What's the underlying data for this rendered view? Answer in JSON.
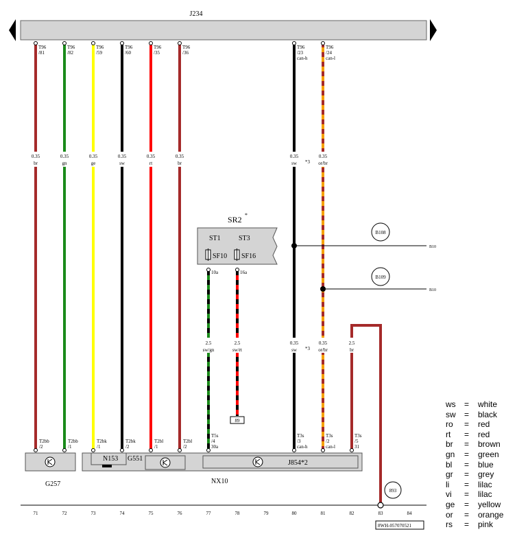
{
  "header": {
    "title": "J234"
  },
  "wires": [
    {
      "id": "w71",
      "pin": "T96",
      "pin2": "/81",
      "gauge": "0.35",
      "color": "br",
      "bottom_pin": "T2bb",
      "bottom_pin2": "/2"
    },
    {
      "id": "w72",
      "pin": "T96",
      "pin2": "/82",
      "gauge": "0.35",
      "color": "gn",
      "bottom_pin": "T2bb",
      "bottom_pin2": "/1"
    },
    {
      "id": "w73",
      "pin": "T96",
      "pin2": "/59",
      "gauge": "0.35",
      "color": "ge",
      "bottom_pin": "T2bk",
      "bottom_pin2": "/1"
    },
    {
      "id": "w74",
      "pin": "T96",
      "pin2": "/60",
      "gauge": "0.35",
      "color": "sw",
      "bottom_pin": "T2bk",
      "bottom_pin2": "/2"
    },
    {
      "id": "w75",
      "pin": "T96",
      "pin2": "/35",
      "gauge": "0.35",
      "color": "rt",
      "bottom_pin": "T2bl",
      "bottom_pin2": "/1"
    },
    {
      "id": "w76",
      "pin": "T96",
      "pin2": "/36",
      "gauge": "0.35",
      "color": "br",
      "bottom_pin": "T2bl",
      "bottom_pin2": "/2"
    },
    {
      "id": "w80",
      "pin": "T96",
      "pin2": "/23",
      "pin3": "can-h",
      "gauge": "0.35",
      "color": "sw",
      "note": "*3",
      "gauge2": "0.35",
      "color2": "sw",
      "note2": "*3",
      "bottom_pin": "T3s",
      "bottom_pin2": "/3",
      "bottom_pin3": "can-h"
    },
    {
      "id": "w81",
      "pin": "T96",
      "pin2": "/24",
      "pin3": "can-l",
      "gauge": "0.35",
      "color": "or/br",
      "gauge2": "0.35",
      "color2": "or/br",
      "bottom_pin": "T3s",
      "bottom_pin2": "/2",
      "bottom_pin3": "can-l"
    }
  ],
  "sr": {
    "title": "SR2",
    "asterisk": "*",
    "st1": "ST1",
    "st3": "ST3",
    "sf10": "SF10",
    "sf16": "SF16",
    "pin_10a": "10a",
    "pin_16a": "16a"
  },
  "lower_wires": [
    {
      "id": "w77",
      "gauge": "2.5",
      "color": "sw/gn",
      "bottom_pin": "T5s",
      "bottom_pin2": "/4",
      "bottom_pin3": "30a"
    },
    {
      "id": "w78",
      "gauge": "2.5",
      "color": "sw/rt",
      "terminal": "89"
    },
    {
      "id": "w82",
      "gauge": "2.5",
      "color": "br",
      "bottom_pin": "T3s",
      "bottom_pin2": "/5",
      "bottom_pin3": "31"
    }
  ],
  "refs": {
    "b108": "B108",
    "b109": "B109",
    "b10_a": "B10",
    "b10_b": "B10",
    "g893": "893"
  },
  "components": {
    "g257": "G257",
    "n153": "N153",
    "g551": "G551",
    "j854": "J854*2",
    "nx10": "NX10"
  },
  "track_numbers": [
    "71",
    "72",
    "73",
    "74",
    "75",
    "76",
    "77",
    "78",
    "79",
    "80",
    "81",
    "82",
    "83",
    "84"
  ],
  "footer_code": "8WH-057070521",
  "legend": [
    {
      "abbr": "ws",
      "eq": "=",
      "color": "white"
    },
    {
      "abbr": "sw",
      "eq": "=",
      "color": "black"
    },
    {
      "abbr": "ro",
      "eq": "=",
      "color": "red"
    },
    {
      "abbr": "rt",
      "eq": "=",
      "color": "red"
    },
    {
      "abbr": "br",
      "eq": "=",
      "color": "brown"
    },
    {
      "abbr": "gn",
      "eq": "=",
      "color": "green"
    },
    {
      "abbr": "bl",
      "eq": "=",
      "color": "blue"
    },
    {
      "abbr": "gr",
      "eq": "=",
      "color": "grey"
    },
    {
      "abbr": "li",
      "eq": "=",
      "color": "lilac"
    },
    {
      "abbr": "vi",
      "eq": "=",
      "color": "lilac"
    },
    {
      "abbr": "ge",
      "eq": "=",
      "color": "yellow"
    },
    {
      "abbr": "or",
      "eq": "=",
      "color": "orange"
    },
    {
      "abbr": "rs",
      "eq": "=",
      "color": "pink"
    }
  ],
  "wire_colors": {
    "br": "#a52a2a",
    "gn": "#1a8a1a",
    "ge": "#ffff00",
    "sw": "#000000",
    "rt": "#ff0000",
    "or": "#f5a000",
    "box": "#d4d4d4"
  }
}
